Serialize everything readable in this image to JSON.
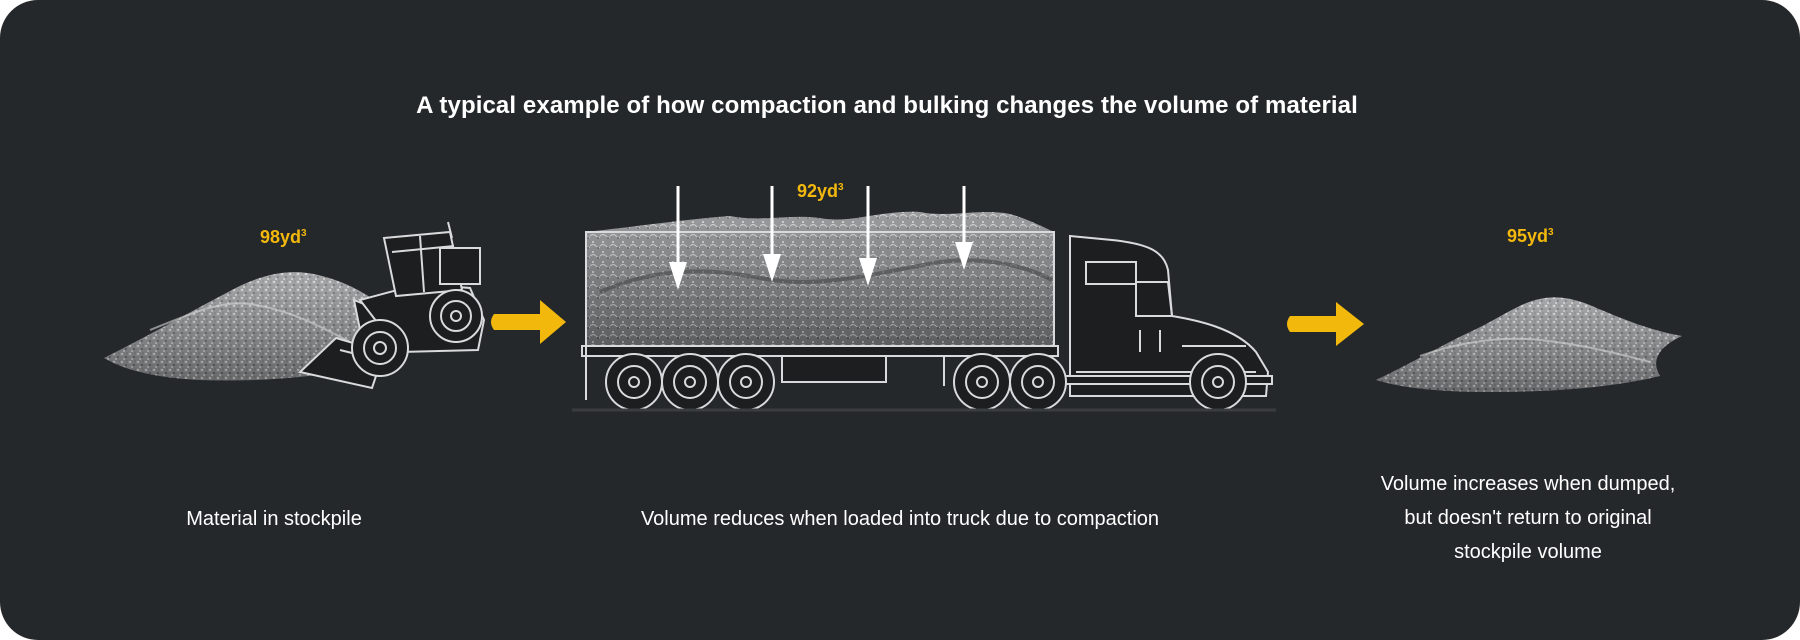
{
  "title": "A typical example of how compaction and bulking changes the volume of material",
  "stages": [
    {
      "volume_value": "98yd",
      "volume_exponent": "3",
      "caption_lines": [
        "Material in stockpile"
      ]
    },
    {
      "volume_value": "92yd",
      "volume_exponent": "3",
      "caption_lines": [
        "Volume reduces when loaded into truck due to compaction"
      ]
    },
    {
      "volume_value": "95yd",
      "volume_exponent": "3",
      "caption_lines": [
        "Volume increases when dumped,",
        "but doesn't return to original",
        "stockpile volume"
      ]
    }
  ],
  "colors": {
    "background": "#25282b",
    "accent": "#f2b80c",
    "text": "#ffffff",
    "line_art": "#d8dadc"
  }
}
